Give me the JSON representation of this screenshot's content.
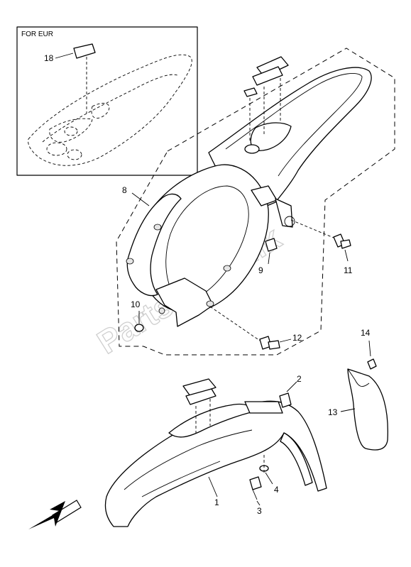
{
  "inset": {
    "label": "FOR EUR"
  },
  "callouts": {
    "c1": "1",
    "c2": "2",
    "c3": "3",
    "c4": "4",
    "c8": "8",
    "c9": "9",
    "c10": "10",
    "c11": "11",
    "c12": "12",
    "c13": "13",
    "c14": "14",
    "c18": "18"
  },
  "watermark": "Partsrepublik",
  "icons": {
    "direction": "front-direction-arrow-icon"
  }
}
